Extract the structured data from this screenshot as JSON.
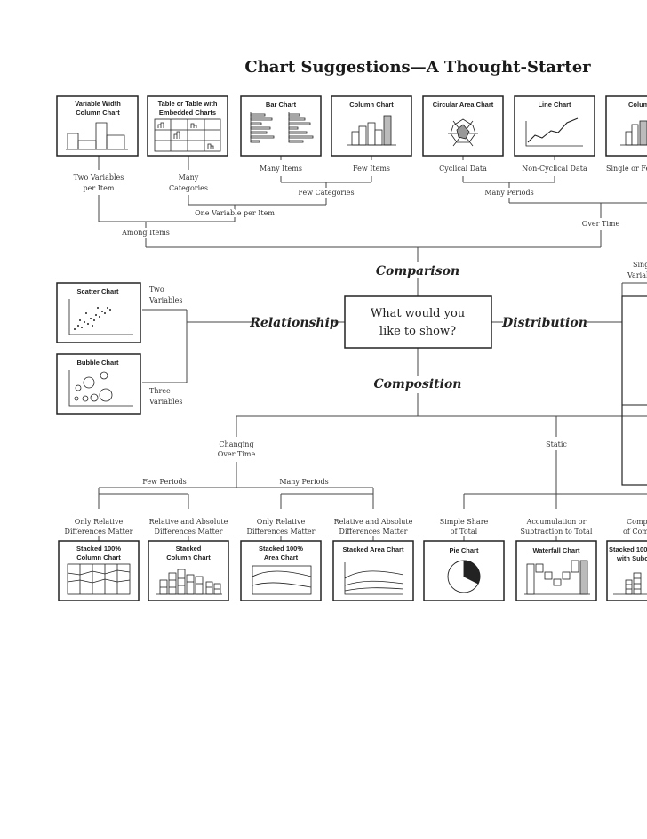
{
  "title": "Chart Suggestions—A Thought-Starter",
  "question": [
    "What would you",
    "like to show?"
  ],
  "categories": {
    "comparison": "Comparison",
    "relationship": "Relationship",
    "distribution": "Distribution",
    "composition": "Composition"
  },
  "charts": {
    "variable_width": [
      "Variable Width",
      "Column Chart"
    ],
    "table_embedded": [
      "Table or Table with",
      "Embedded Charts"
    ],
    "bar": [
      "Bar Chart"
    ],
    "column": [
      "Column Chart"
    ],
    "circular_area": [
      "Circular Area Chart"
    ],
    "line": [
      "Line Chart"
    ],
    "column_partial": [
      "Colum"
    ],
    "scatter": [
      "Scatter Chart"
    ],
    "bubble": [
      "Bubble Chart"
    ],
    "stacked100_column": [
      "Stacked 100%",
      "Column Chart"
    ],
    "stacked_column": [
      "Stacked",
      "Column Chart"
    ],
    "stacked100_area": [
      "Stacked 100%",
      "Area Chart"
    ],
    "stacked_area": [
      "Stacked Area Chart"
    ],
    "pie": [
      "Pie Chart"
    ],
    "waterfall": [
      "Waterfall Chart"
    ],
    "stacked100_sub": [
      "Stacked 100%",
      "with Subco"
    ]
  },
  "labels": {
    "two_vars_per_item": [
      "Two Variables",
      "per Item"
    ],
    "many_categories": [
      "Many",
      "Categories"
    ],
    "many_items": "Many Items",
    "few_items": "Few Items",
    "few_categories": "Few Categories",
    "cyclical": "Cyclical Data",
    "non_cyclical": "Non-Cyclical Data",
    "single_or_few": "Single or Fe",
    "many_periods_top": "Many Periods",
    "one_variable": "One Variable per Item",
    "over_time": "Over Time",
    "among_items": "Among Items",
    "sing": "Sing",
    "variab": "Variab",
    "two_variables": [
      "Two",
      "Variables"
    ],
    "three_variables": [
      "Three",
      "Variables"
    ],
    "changing_over_time": [
      "Changing",
      "Over Time"
    ],
    "static": "Static",
    "few_periods": "Few Periods",
    "many_periods": "Many Periods",
    "only_relative_1": [
      "Only Relative",
      "Differences Matter"
    ],
    "rel_abs_1": [
      "Relative and Absolute",
      "Differences Matter"
    ],
    "only_relative_2": [
      "Only Relative",
      "Differences Matter"
    ],
    "rel_abs_2": [
      "Relative and Absolute",
      "Differences Matter"
    ],
    "simple_share": [
      "Simple Share",
      "of Total"
    ],
    "accumulation": [
      "Accumulation or",
      "Subtraction to Total"
    ],
    "comp_partial": [
      "Comp",
      "of Com"
    ]
  }
}
